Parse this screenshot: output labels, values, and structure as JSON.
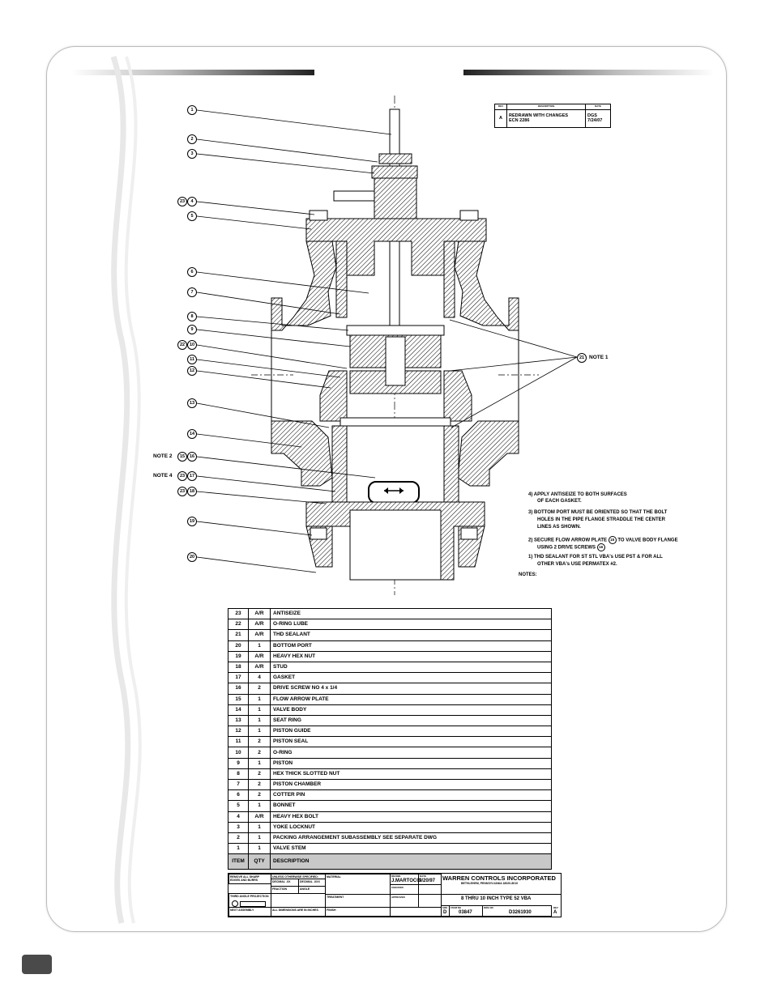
{
  "rev_block": {
    "headers": [
      "REV",
      "DESCRIPTION",
      "DATE"
    ],
    "rev": "A",
    "desc_line1": "REDRAWN WITH CHANGES",
    "desc_line2": "ECN 2286",
    "date_line1": "DGS",
    "date_line2": "7/24/07"
  },
  "callouts": {
    "c1": "1",
    "c2": "2",
    "c3": "3",
    "c4": "4",
    "c4b": "23",
    "c5": "5",
    "c6": "6",
    "c7": "7",
    "c8": "8",
    "c9": "9",
    "c10": "10",
    "c10b": "22",
    "c11": "11",
    "c12": "12",
    "c13": "13",
    "c14": "14",
    "c16": "16",
    "c16b": "15",
    "note2": "NOTE 2",
    "c17": "17",
    "c17b": "23",
    "note4": "NOTE 4",
    "c18": "18",
    "c18b": "23",
    "c19": "19",
    "c20": "20",
    "c21": "21",
    "note1": "NOTE 1"
  },
  "notes": {
    "n4a": "4) APPLY ANTISEIZE TO BOTH SURFACES",
    "n4b": "OF EACH GASKET.",
    "n3a": "3) BOTTOM PORT MUST BE ORIENTED SO THAT THE BOLT",
    "n3b": "HOLES IN THE PIPE FLANGE STRADDLE THE CENTER",
    "n3c": "LINES AS SHOWN.",
    "n2a": "2) SECURE FLOW ARROW PLATE",
    "n2a_num": "15",
    "n2a_end": "TO VALVE BODY FLANGE",
    "n2b": "USING 2 DRIVE SCREWS",
    "n2b_num": "16",
    "n1a": "1) THD SEALANT FOR ST STL VBA's USE PST & FOR ALL",
    "n1b": "OTHER VBA's USE PERMATEX #2.",
    "title": "NOTES:"
  },
  "parts_list": [
    {
      "item": "23",
      "qty": "A/R",
      "desc": "ANTISEIZE"
    },
    {
      "item": "22",
      "qty": "A/R",
      "desc": "O-RING LUBE"
    },
    {
      "item": "21",
      "qty": "A/R",
      "desc": "THD SEALANT"
    },
    {
      "item": "20",
      "qty": "1",
      "desc": "BOTTOM PORT"
    },
    {
      "item": "19",
      "qty": "A/R",
      "desc": "HEAVY HEX NUT"
    },
    {
      "item": "18",
      "qty": "A/R",
      "desc": "STUD"
    },
    {
      "item": "17",
      "qty": "4",
      "desc": "GASKET"
    },
    {
      "item": "16",
      "qty": "2",
      "desc": "DRIVE SCREW NO 4 x 1/4"
    },
    {
      "item": "15",
      "qty": "1",
      "desc": "FLOW ARROW PLATE"
    },
    {
      "item": "14",
      "qty": "1",
      "desc": "VALVE BODY"
    },
    {
      "item": "13",
      "qty": "1",
      "desc": "SEAT RING"
    },
    {
      "item": "12",
      "qty": "1",
      "desc": "PISTON GUIDE"
    },
    {
      "item": "11",
      "qty": "2",
      "desc": "PISTON SEAL"
    },
    {
      "item": "10",
      "qty": "2",
      "desc": "O-RING"
    },
    {
      "item": "9",
      "qty": "1",
      "desc": "PISTON"
    },
    {
      "item": "8",
      "qty": "2",
      "desc": "HEX THICK SLOTTED NUT"
    },
    {
      "item": "7",
      "qty": "2",
      "desc": "PISTON CHAMBER"
    },
    {
      "item": "6",
      "qty": "2",
      "desc": "COTTER PIN"
    },
    {
      "item": "5",
      "qty": "1",
      "desc": "BONNET"
    },
    {
      "item": "4",
      "qty": "A/R",
      "desc": "HEAVY HEX BOLT"
    },
    {
      "item": "3",
      "qty": "1",
      "desc": "YOKE LOCKNUT"
    },
    {
      "item": "2",
      "qty": "1",
      "desc": "PACKING ARRANGEMENT SUBASSEMBLY    SEE SEPARATE DWG"
    },
    {
      "item": "1",
      "qty": "1",
      "desc": "VALVE STEM"
    }
  ],
  "parts_header": {
    "item": "ITEM",
    "qty": "QTY",
    "desc": "DESCRIPTION"
  },
  "title_block": {
    "remove_burrs": "REMOVE ALL SHARP EDGES AND BURRS",
    "tolerances": "UNLESS OTHERWISE SPECIFIED:",
    "decimal_xx": "DECIMAL .XX",
    "decimal_xxx": "DECIMAL .XXX",
    "fraction": "FRACTION",
    "angle": "ANGLE",
    "third_angle": "THIRD ANGLE PROJECTION",
    "next_assembly": "NEXT ASSEMBLY",
    "dims_inches": "ALL DIMENSIONS ARE IN INCHES",
    "material": "MATERIAL",
    "treatment": "TREATMENT",
    "finish": "FINISH",
    "drawn": "DRAWN",
    "drawn_by": "J.MARTOCCI",
    "date_label": "DATE",
    "drawn_date": "9/20/97",
    "checked": "CHECKED",
    "approved": "APPROVED",
    "company": "WARREN CONTROLS INCORPORATED",
    "address": "BETHLEHEM, PENNSYLVANIA 18020-8010",
    "title": "8 THRU 10 INCH TYPE 52 VBA",
    "size_label": "SIZE",
    "size": "D",
    "fscm_label": "FSCM NO",
    "fscm": "03847",
    "dwg_label": "DWG NO",
    "dwg": "D3261930",
    "rev_label": "REV",
    "rev": "A"
  }
}
